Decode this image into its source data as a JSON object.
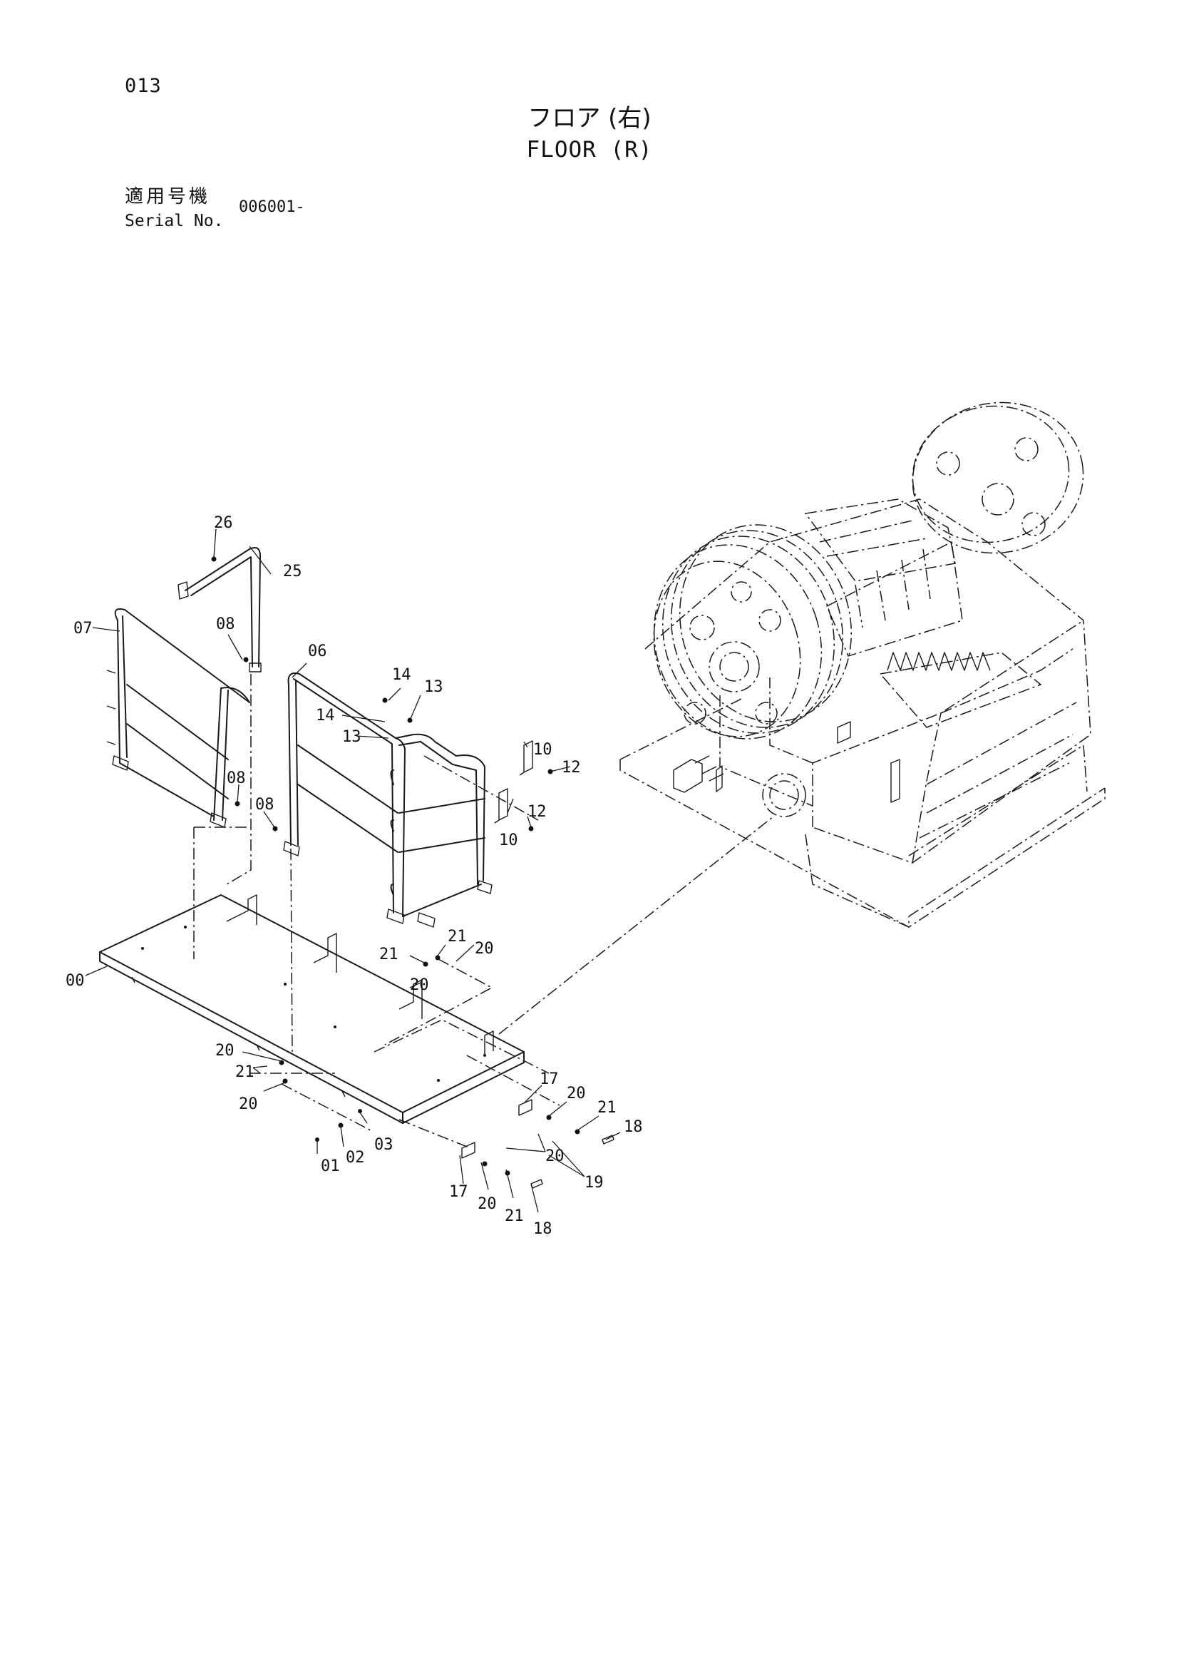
{
  "header": {
    "page_number": "013",
    "title_ja": "フロア (右)",
    "title_en": "FLOOR (R)",
    "serial_label_ja": "適用号機",
    "serial_label_en": "Serial No.",
    "serial_value": "006001-"
  },
  "callouts": [
    "26",
    "25",
    "07",
    "08",
    "06",
    "14",
    "13",
    "14",
    "13",
    "10",
    "12",
    "08",
    "08",
    "10",
    "12",
    "21",
    "21",
    "20",
    "00",
    "20",
    "20",
    "21",
    "20",
    "17",
    "20",
    "21",
    "18",
    "01",
    "02",
    "03",
    "20",
    "19",
    "17",
    "20",
    "21",
    "18"
  ]
}
